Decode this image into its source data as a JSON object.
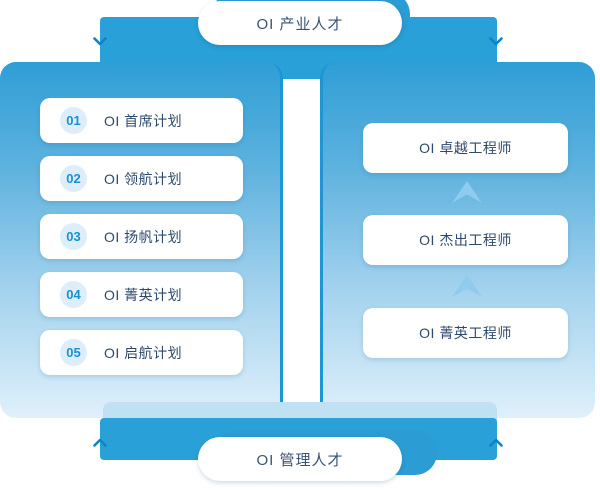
{
  "colors": {
    "band_blue": "#29a0d8",
    "panel_gradient_top": "#2f9ed6",
    "panel_gradient_bottom": "#dff0fa",
    "inner_edge_blue": "#1d96d6",
    "underlay_light_blue": "#c0e1f3",
    "text_navy": "#2d4a6e",
    "number_blue": "#1a90d4",
    "badge_bg": "#ddeefa",
    "promotion_arrow_blue": "#8ecbee",
    "corner_chevron_blue": "#0d84c8"
  },
  "diagram": {
    "top_label": "OI 产业人才",
    "bottom_label": "OI 管理人才",
    "left_panel": {
      "items": [
        {
          "number": "01",
          "label": "OI 首席计划"
        },
        {
          "number": "02",
          "label": "OI 领航计划"
        },
        {
          "number": "03",
          "label": "OI 扬帆计划"
        },
        {
          "number": "04",
          "label": "OI 菁英计划"
        },
        {
          "number": "05",
          "label": "OI 启航计划"
        }
      ]
    },
    "right_panel": {
      "levels": [
        {
          "label": "OI 卓越工程师"
        },
        {
          "label": "OI 杰出工程师"
        },
        {
          "label": "OI 菁英工程师"
        }
      ]
    },
    "icons": {
      "top_corners": "chevron-down-icon",
      "bottom_corners": "chevron-up-icon",
      "promotion": "arrow-up-icon"
    }
  }
}
